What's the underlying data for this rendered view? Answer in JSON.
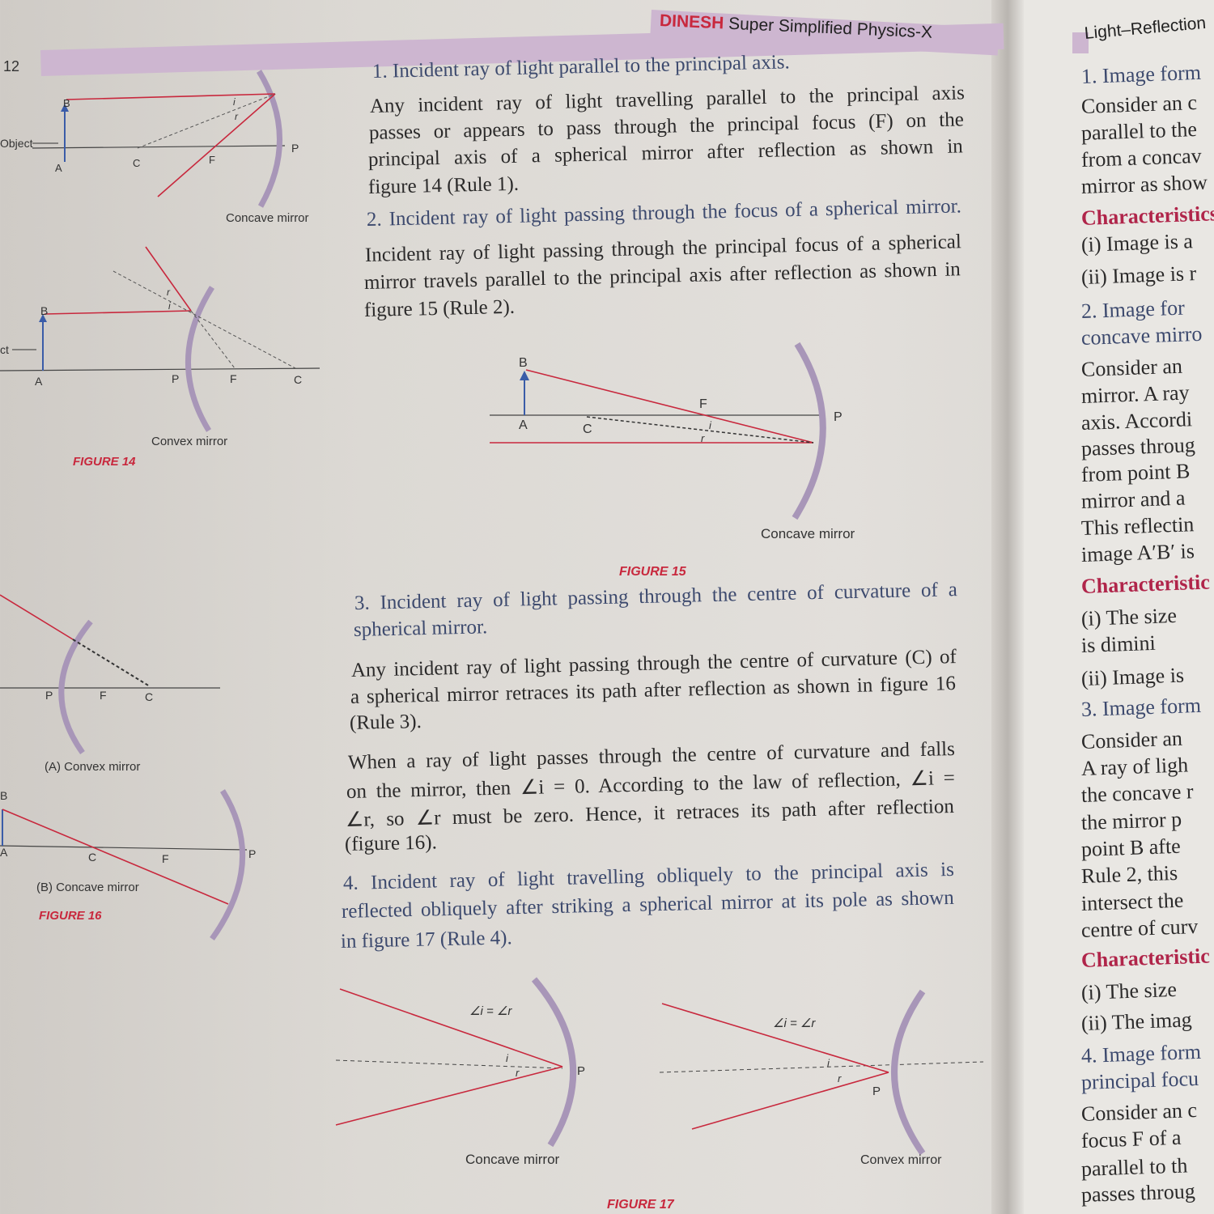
{
  "header": {
    "brand": "DINESH",
    "title": "Super Simplified Physics-X",
    "page_number": "12",
    "right_title": "Light–Reflection"
  },
  "colors": {
    "ray": "#c8283d",
    "mirror": "#a896b8",
    "band": "#cdb6d0",
    "heading": "#3d4a6e",
    "caption": "#c8283d"
  },
  "figure14": {
    "top": {
      "B": "B",
      "A": "A",
      "C": "C",
      "F": "F",
      "P": "P",
      "i": "i",
      "r": "r",
      "object": "Object",
      "caption": "Concave mirror"
    },
    "bottom": {
      "B": "B",
      "A": "A",
      "P": "P",
      "F": "F",
      "C": "C",
      "i": "i",
      "r": "r",
      "object": "ct",
      "caption": "Convex mirror"
    },
    "label": "FIGURE 14"
  },
  "figure15": {
    "B": "B",
    "A": "A",
    "C": "C",
    "F": "F",
    "P": "P",
    "i": "i",
    "r": "r",
    "caption": "Concave mirror",
    "label": "FIGURE 15"
  },
  "figure16": {
    "a": {
      "P": "P",
      "F": "F",
      "C": "C",
      "caption": "(A) Convex mirror"
    },
    "b": {
      "B": "B",
      "A": "A",
      "C": "C",
      "F": "F",
      "P": "P",
      "caption": "(B) Concave mirror"
    },
    "label": "FIGURE 16"
  },
  "figure17": {
    "left": {
      "angle": "∠i = ∠r",
      "i": "i",
      "r": "r",
      "P": "P",
      "caption": "Concave mirror"
    },
    "right": {
      "angle": "∠i = ∠r",
      "i": "i",
      "r": "r",
      "P": "P",
      "caption": "Convex mirror"
    },
    "label": "FIGURE 17"
  },
  "main_lines": [
    {
      "text": "1. Incident ray of light parallel to the principal axis.",
      "kind": "head"
    },
    {
      "text": "Any incident ray of light travelling parallel to the principal axis",
      "kind": "just"
    },
    {
      "text": "passes or appears to pass through the principal focus (F) on the",
      "kind": "just"
    },
    {
      "text": "principal axis of a spherical mirror after reflection as shown in",
      "kind": "just"
    },
    {
      "text": "figure 14 (Rule 1).",
      "kind": "body"
    },
    {
      "text": "2. Incident ray of light passing through the focus of a spherical mirror.",
      "kind": "headjust"
    },
    {
      "text": "Incident ray of light passing through the principal focus of a spherical",
      "kind": "just"
    },
    {
      "text": "mirror travels parallel to the principal axis after reflection as shown in",
      "kind": "just"
    },
    {
      "text": "figure 15 (Rule 2).",
      "kind": "body"
    },
    {
      "text": "3. Incident ray of light passing through the centre of curvature of a",
      "kind": "headjust"
    },
    {
      "text": "spherical mirror.",
      "kind": "head"
    },
    {
      "text": "Any incident ray of light passing through the centre of curvature (C) of",
      "kind": "just"
    },
    {
      "text": "a spherical mirror retraces its path after reflection as shown in figure 16",
      "kind": "just"
    },
    {
      "text": "(Rule 3).",
      "kind": "body"
    },
    {
      "text": "When a ray of light passes through the centre of curvature and falls",
      "kind": "just"
    },
    {
      "text": "on the mirror, then ∠i = 0. According to the law of reflection, ∠i =",
      "kind": "just"
    },
    {
      "text": "∠r, so ∠r must be zero. Hence, it retraces its path after reflection",
      "kind": "just"
    },
    {
      "text": "(figure 16).",
      "kind": "body"
    },
    {
      "text": "4. Incident ray of light travelling obliquely to the principal axis is",
      "kind": "headjust"
    },
    {
      "text": "reflected obliquely after striking a spherical mirror at its pole as shown",
      "kind": "headjust"
    },
    {
      "text": "in figure 17 (Rule 4).",
      "kind": "head"
    }
  ],
  "right_lines": [
    {
      "text": "1. Image form",
      "kind": "h"
    },
    {
      "text": "Consider an c",
      "kind": "b"
    },
    {
      "text": "parallel to the",
      "kind": "b"
    },
    {
      "text": "from a concav",
      "kind": "b"
    },
    {
      "text": "mirror as show",
      "kind": "b"
    },
    {
      "text": "Characteristics",
      "kind": "c"
    },
    {
      "text": "(i) Image is a",
      "kind": "b"
    },
    {
      "text": "(ii) Image is r",
      "kind": "b"
    },
    {
      "text": "2. Image for",
      "kind": "h"
    },
    {
      "text": "concave mirro",
      "kind": "h"
    },
    {
      "text": "Consider an",
      "kind": "b"
    },
    {
      "text": "mirror. A ray",
      "kind": "b"
    },
    {
      "text": "axis. Accordi",
      "kind": "b"
    },
    {
      "text": "passes throug",
      "kind": "b"
    },
    {
      "text": "from point B",
      "kind": "b"
    },
    {
      "text": "mirror and a",
      "kind": "b"
    },
    {
      "text": "This reflectin",
      "kind": "b"
    },
    {
      "text": "image A′B′ is",
      "kind": "b"
    },
    {
      "text": "Characteristic",
      "kind": "c"
    },
    {
      "text": "(i) The size",
      "kind": "b"
    },
    {
      "text": "    is dimini",
      "kind": "b"
    },
    {
      "text": "(ii) Image is",
      "kind": "b"
    },
    {
      "text": "3. Image form",
      "kind": "h"
    },
    {
      "text": "Consider an",
      "kind": "b"
    },
    {
      "text": "A ray of ligh",
      "kind": "b"
    },
    {
      "text": "the concave r",
      "kind": "b"
    },
    {
      "text": "the mirror p",
      "kind": "b"
    },
    {
      "text": "point B afte",
      "kind": "b"
    },
    {
      "text": "Rule 2, this",
      "kind": "b"
    },
    {
      "text": "intersect the",
      "kind": "b"
    },
    {
      "text": "centre of curv",
      "kind": "b"
    },
    {
      "text": "Characteristic",
      "kind": "c"
    },
    {
      "text": "(i) The size",
      "kind": "b"
    },
    {
      "text": "(ii) The imag",
      "kind": "b"
    },
    {
      "text": "4. Image form",
      "kind": "h"
    },
    {
      "text": "principal focu",
      "kind": "h"
    },
    {
      "text": "Consider an c",
      "kind": "b"
    },
    {
      "text": "focus F of a",
      "kind": "b"
    },
    {
      "text": "parallel to th",
      "kind": "b"
    },
    {
      "text": "passes throug",
      "kind": "b"
    }
  ]
}
